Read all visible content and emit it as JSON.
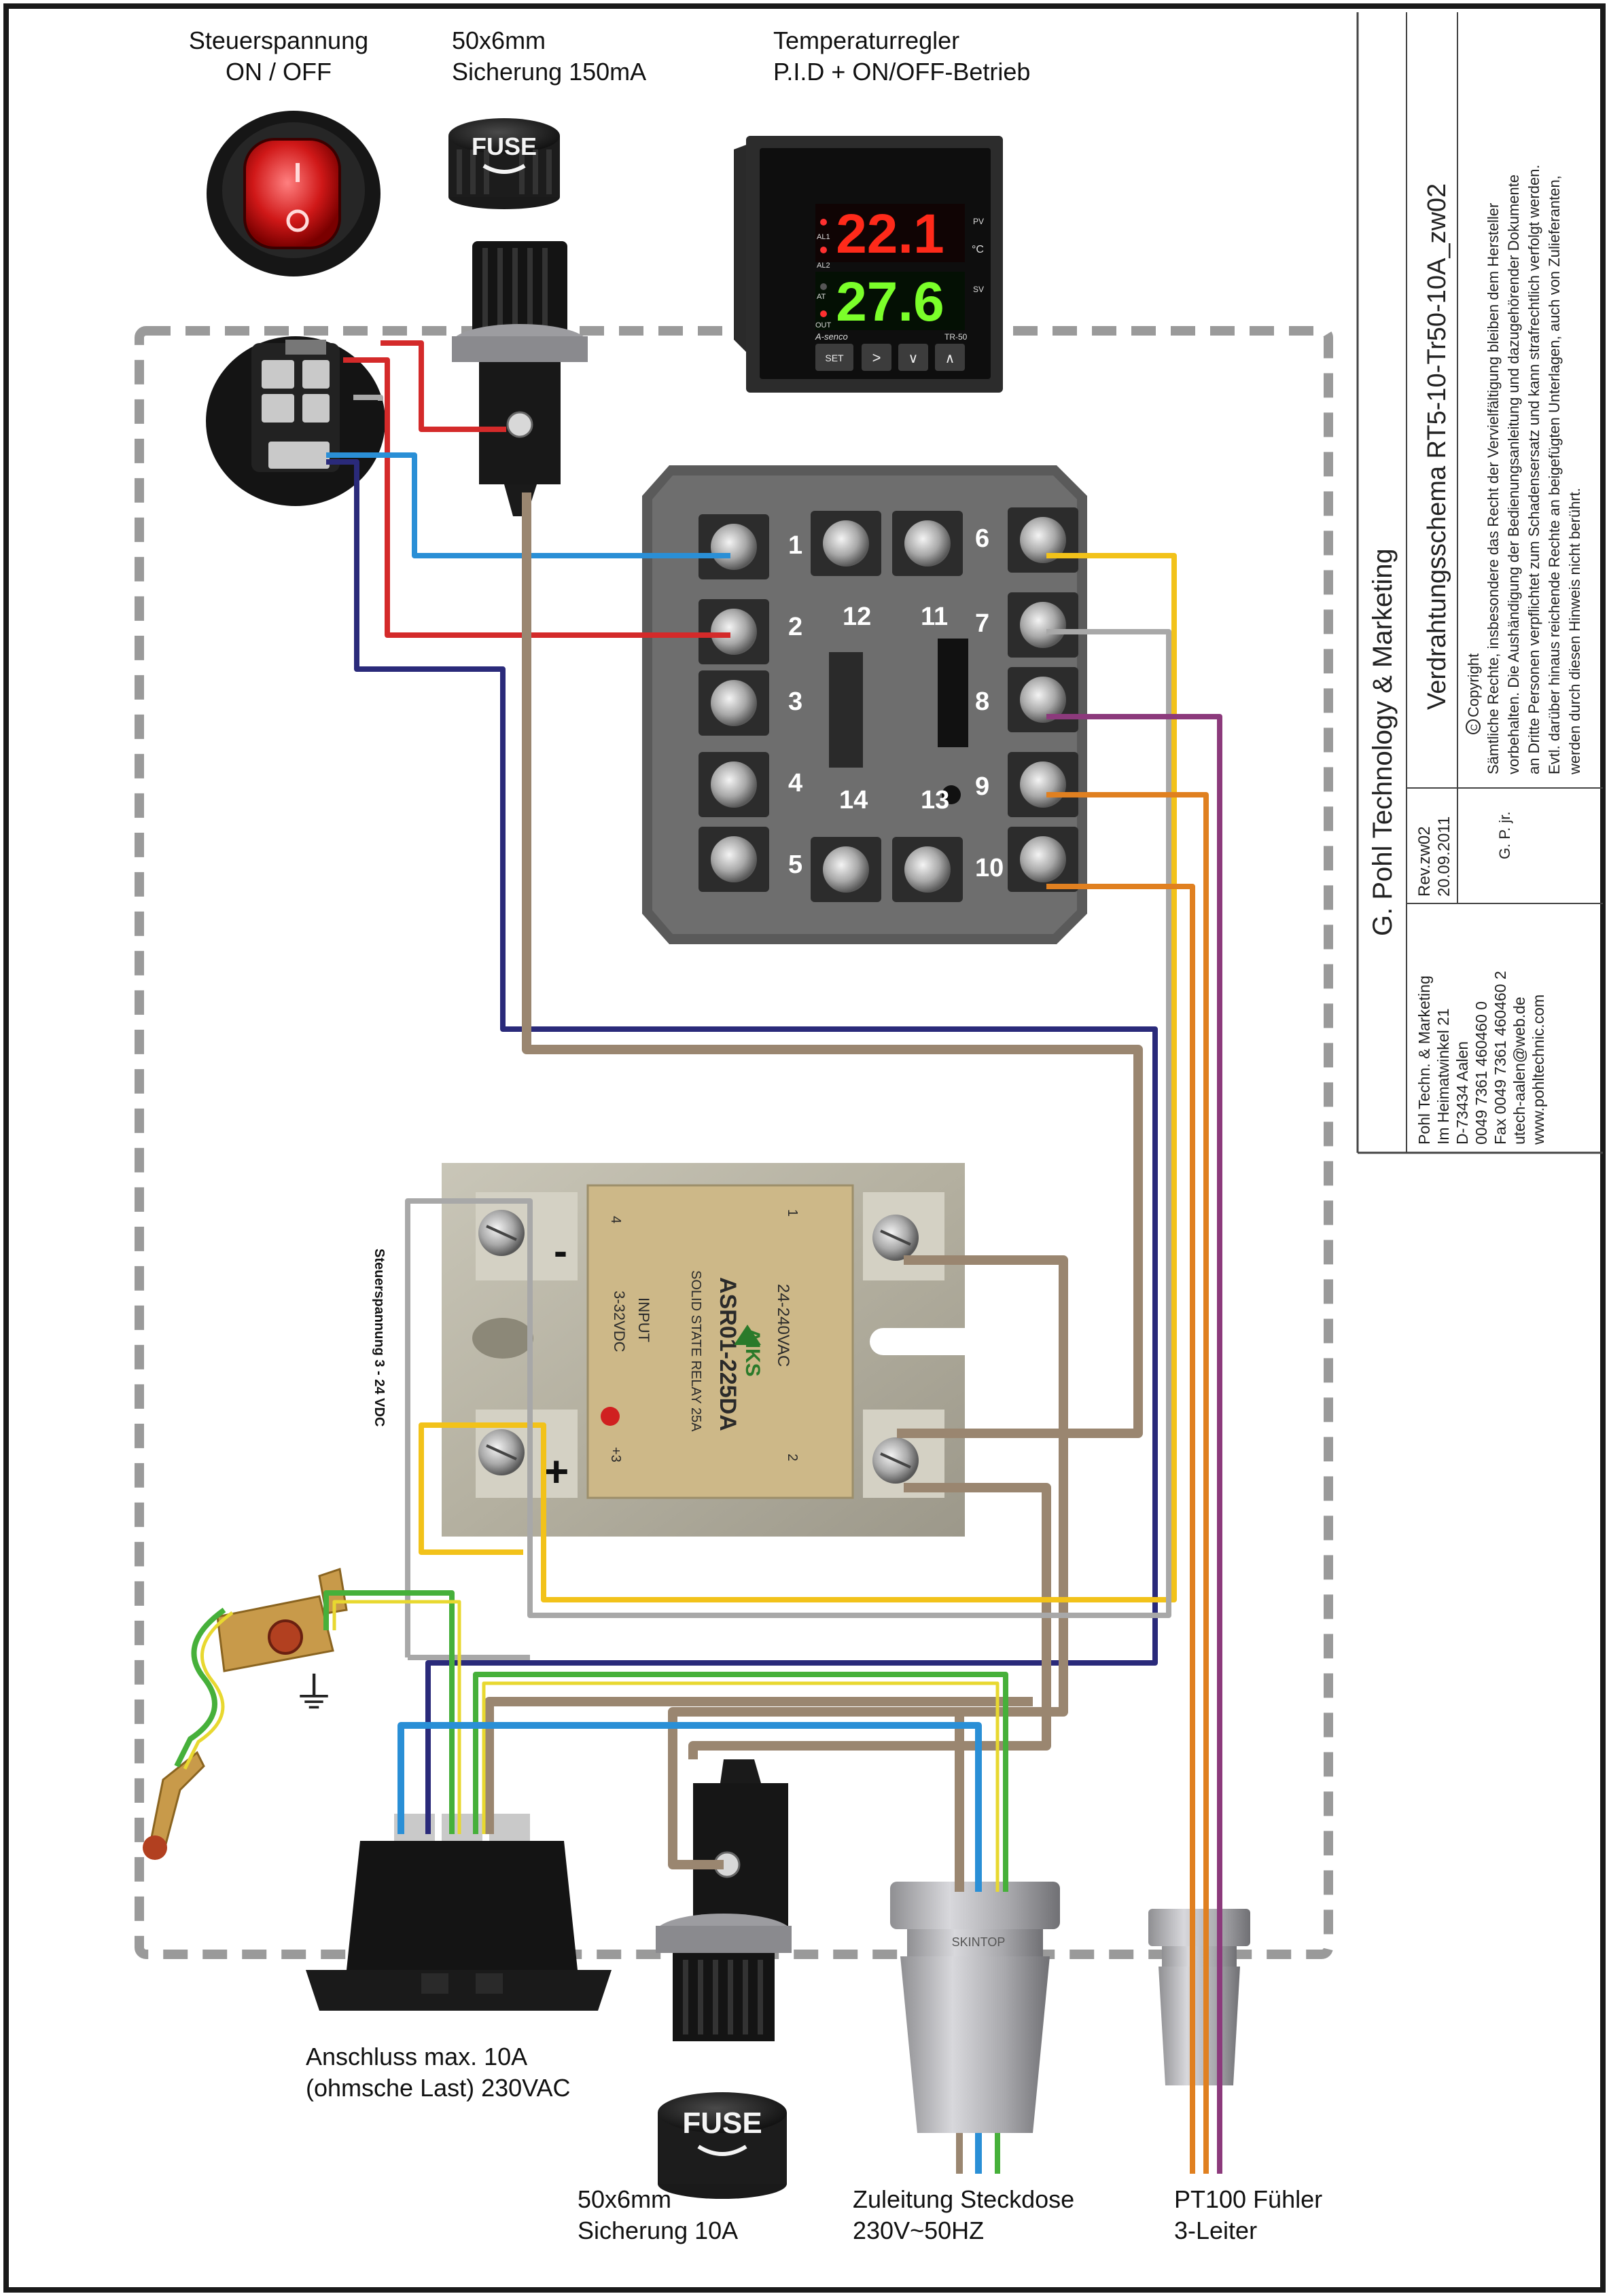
{
  "labels": {
    "switch": [
      "Steuerspannung",
      "ON / OFF"
    ],
    "fuse_small": [
      "50x6mm",
      "Sicherung 150mA"
    ],
    "controller": [
      "Temperaturregler",
      "P.I.D + ON/OFF-Betrieb"
    ],
    "outlet": [
      "Anschluss max. 10A",
      "(ohmsche Last) 230VAC"
    ],
    "fuse_large": [
      "50x6mm",
      "Sicherung 10A"
    ],
    "supply": [
      "Zuleitung Steckdose",
      "230V~50HZ"
    ],
    "sensor": [
      "PT100 Fühler",
      "3-Leiter"
    ],
    "ssr_side": "Steuerspannung 3 - 24 VDC"
  },
  "fuse_caps": {
    "small": "FUSE",
    "large": "FUSE"
  },
  "controller_display": {
    "pv": "22.1",
    "sv": "27.6",
    "pv_unit": "PV",
    "celsius": "°C",
    "sv_unit": "SV",
    "al1": "AL1",
    "al2": "AL2",
    "at": "AT",
    "out": "OUT",
    "brand": "A-senco",
    "model": "TR-50",
    "set": "SET",
    "btn_right": ">",
    "btn_down": "∨",
    "btn_up": "∧"
  },
  "terminals": {
    "left": [
      "1",
      "2",
      "3",
      "4",
      "5"
    ],
    "right": [
      "6",
      "7",
      "8",
      "9",
      "10"
    ],
    "inner": [
      "12",
      "11",
      "14",
      "13"
    ]
  },
  "ssr": {
    "minus": "-",
    "plus": "+",
    "brand": "AIKS",
    "model": "ASR01-225DA",
    "type": "SOLID STATE RELAY  25A",
    "input": "INPUT",
    "input_range": "3-32VDC",
    "output_range": "24-240VAC",
    "pin1": "1",
    "pin2": "2",
    "pin3": "+3",
    "pin4": "4"
  },
  "ground_symbol": "⏚",
  "gland_marking": "SKINTOP",
  "titleblock": {
    "company": "G. Pohl Technology & Marketing",
    "title": "Verdrahtungsschema  RT5-10-Tr50-10A_zw02",
    "rev": "Rev.zw02",
    "date": "20.09.2011",
    "author": "G. P. jr.",
    "copyright_head": "Copyright",
    "copyright_lines": [
      "Sämtliche Rechte, insbesondere das Recht  der Vervielfältigung bleiben dem Hersteller",
      "vorbehalten. Die Aushändigung der Bedienungsanleitung und dazugehörender Dokumente",
      "an Dritte Personen verpflichtet zum Schadensersatz und kann strafrechtlich verfolgt werden.",
      "Evtl. darüber hinaus reichende Rechte an beigefügten Unterlagen, auch von Zulieferanten,",
      "werden durch diesen Hinweis nicht berührt."
    ],
    "address_lines": [
      "Pohl Techn. & Marketing",
      "Im Heimatwinkel 21",
      "D-73434 Aalen",
      "0049 7361 460460 0",
      "Fax 0049 7361 460460 2",
      "utech-aalen@web.de",
      "www.pohltechnic.com"
    ]
  },
  "wire_colors": {
    "red": "#d42a2a",
    "blue": "#2a8fd6",
    "navy": "#2a2a7a",
    "brown": "#9a8670",
    "yellow": "#f2c21a",
    "gray": "#a8a8a8",
    "purple": "#8c3a7c",
    "orange": "#e08020",
    "green": "#46b03a",
    "ground_yellow": "#e8d830"
  }
}
